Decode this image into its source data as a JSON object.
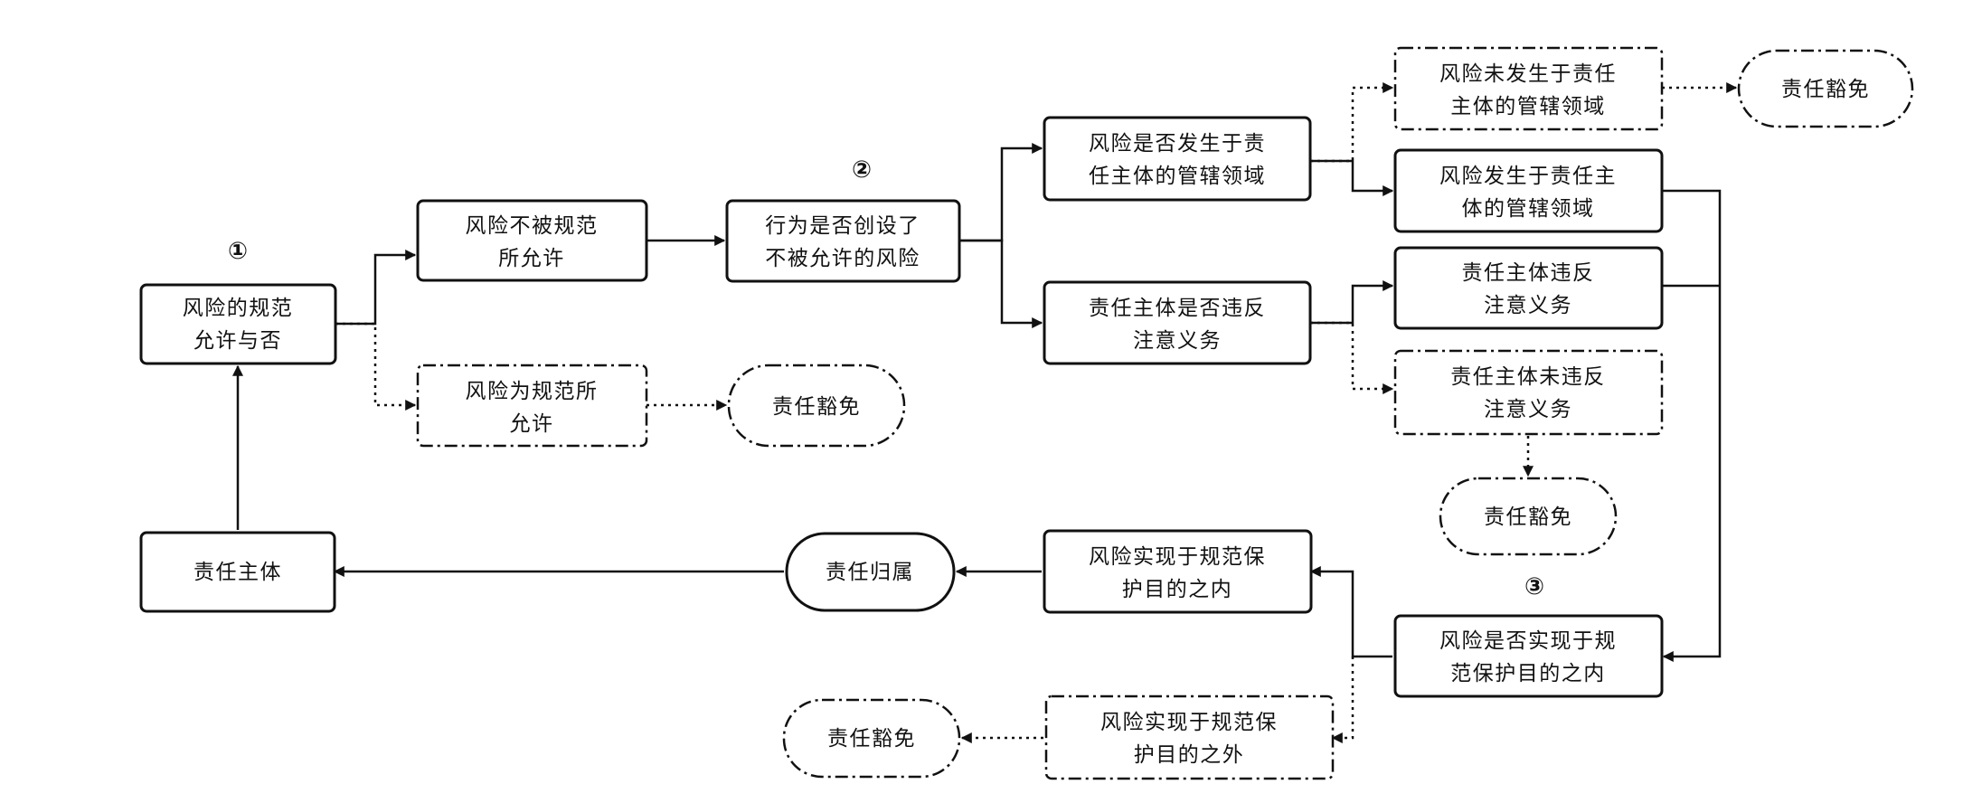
{
  "step_markers": [
    "①",
    "②",
    "③"
  ],
  "nodes": {
    "risk_permitted_q": [
      "风险的规范",
      "允许与否"
    ],
    "risk_not_permitted": [
      "风险不被规范",
      "所允许"
    ],
    "risk_permitted": [
      "风险为规范所",
      "允许"
    ],
    "exempt": "责任豁免",
    "act_created_q": [
      "行为是否创设了",
      "不被允许的风险"
    ],
    "risk_in_domain_q": [
      "风险是否发生于责",
      "任主体的管辖领域"
    ],
    "subject_violated_q": [
      "责任主体是否违反",
      "注意义务"
    ],
    "risk_not_in_domain": [
      "风险未发生于责任",
      "主体的管辖领域"
    ],
    "risk_in_domain": [
      "风险发生于责任主",
      "体的管辖领域"
    ],
    "subject_violated": [
      "责任主体违反",
      "注意义务"
    ],
    "subject_not_violated": [
      "责任主体未违反",
      "注意义务"
    ],
    "realized_q": [
      "风险是否实现于规",
      "范保护目的之内"
    ],
    "realized_within": [
      "风险实现于规范保",
      "护目的之内"
    ],
    "realized_outside": [
      "风险实现于规范保",
      "护目的之外"
    ],
    "attribution": "责任归属",
    "subject": "责任主体"
  }
}
